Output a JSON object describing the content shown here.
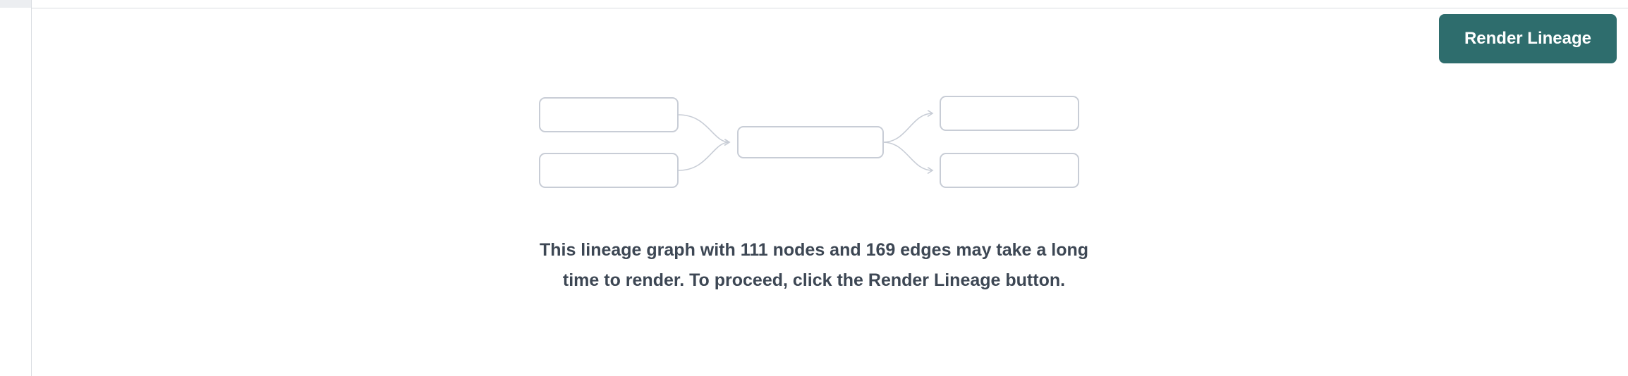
{
  "header": {
    "render_button_label": "Render Lineage"
  },
  "placeholder": {
    "message": "This lineage graph with 111 nodes and 169 edges may take a long time to render. To proceed, click the Render Lineage button.",
    "stats": {
      "nodes": 111,
      "edges": 169
    }
  },
  "colors": {
    "accent_teal": "#2e6d6d",
    "message_text": "#3d4754",
    "node_border": "#c8cdd6",
    "edge_line": "#c8cdd6",
    "panel_border": "#d9dce1"
  }
}
